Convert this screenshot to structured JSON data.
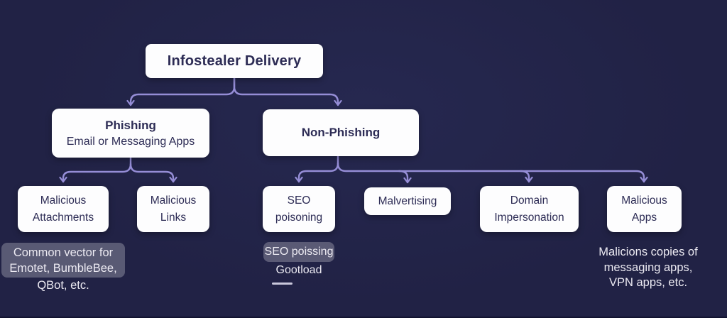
{
  "colors": {
    "background": "#212245",
    "box_bg": "#fdfdfe",
    "box_text": "#2d2c55",
    "arrow": "#958dd6",
    "highlight_bg": "#7c7c92",
    "annotation_text": "#eceaf2"
  },
  "flowchart": {
    "root": {
      "label": "Infostealer Delivery"
    },
    "branches": [
      {
        "title": "Phishing",
        "subtitle": "Email or Messaging Apps"
      },
      {
        "title": "Non-Phishing"
      }
    ],
    "leaves": [
      {
        "lines": [
          "Malicious",
          "Attachments"
        ]
      },
      {
        "lines": [
          "Malicious",
          "Links"
        ]
      },
      {
        "lines": [
          "SEO",
          "poisoning"
        ]
      },
      {
        "lines": [
          "Malvertising"
        ]
      },
      {
        "lines": [
          "Domain",
          "Impersonation"
        ]
      },
      {
        "lines": [
          "Malicious",
          "Apps"
        ]
      }
    ]
  },
  "annotations": {
    "attachments_note": {
      "highlighted_lines": [
        "Common vector for",
        "Emotet, BumbleBee,"
      ],
      "plain_line": "QBot, etc."
    },
    "seo_note": {
      "highlighted_line": "SEO poissing",
      "plain_line": "Gootload"
    },
    "apps_note": {
      "lines": [
        "Malicions copies of",
        "messaging apps,",
        "VPN apps, etc."
      ]
    }
  }
}
